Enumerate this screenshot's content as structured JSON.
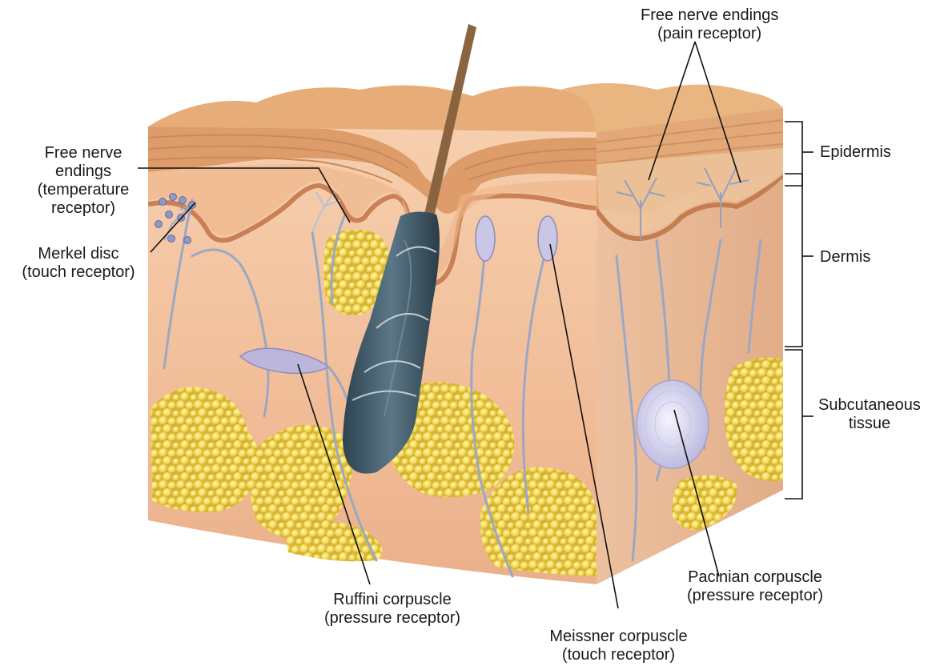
{
  "labels": {
    "free_nerve_pain": {
      "line1": "Free nerve endings",
      "line2": "(pain receptor)"
    },
    "free_nerve_temp": {
      "line1": "Free nerve",
      "line2": "endings",
      "line3": "(temperature",
      "line4": "receptor)"
    },
    "merkel": {
      "line1": "Merkel disc",
      "line2": "(touch receptor)"
    },
    "epidermis": "Epidermis",
    "dermis": "Dermis",
    "subcutaneous": {
      "line1": "Subcutaneous",
      "line2": "tissue"
    },
    "pacinian": {
      "line1": "Pacinian corpuscle",
      "line2": "(pressure receptor)"
    },
    "ruffini": {
      "line1": "Ruffini corpuscle",
      "line2": "(pressure receptor)"
    },
    "meissner": {
      "line1": "Meissner corpuscle",
      "line2": "(touch receptor)"
    }
  },
  "colors": {
    "dermis": "#f3c4a0",
    "epidermis": "#e8b07e",
    "fat": "#f2d84a",
    "hair": "#3d5663",
    "nerve": "#9aa8c4",
    "corpuscle": "#c8c4e4",
    "leader": "#111111"
  }
}
